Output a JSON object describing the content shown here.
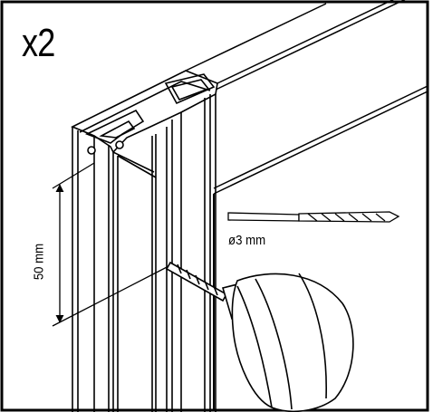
{
  "quantity": "x2",
  "drill_bit_size": "ø3 mm",
  "dimension": "50 mm",
  "colors": {
    "line": "#000000",
    "background": "#ffffff"
  },
  "icons": [
    "wall-profile-icon",
    "drill-bit-icon",
    "power-drill-icon",
    "dimension-arrow-icon"
  ]
}
